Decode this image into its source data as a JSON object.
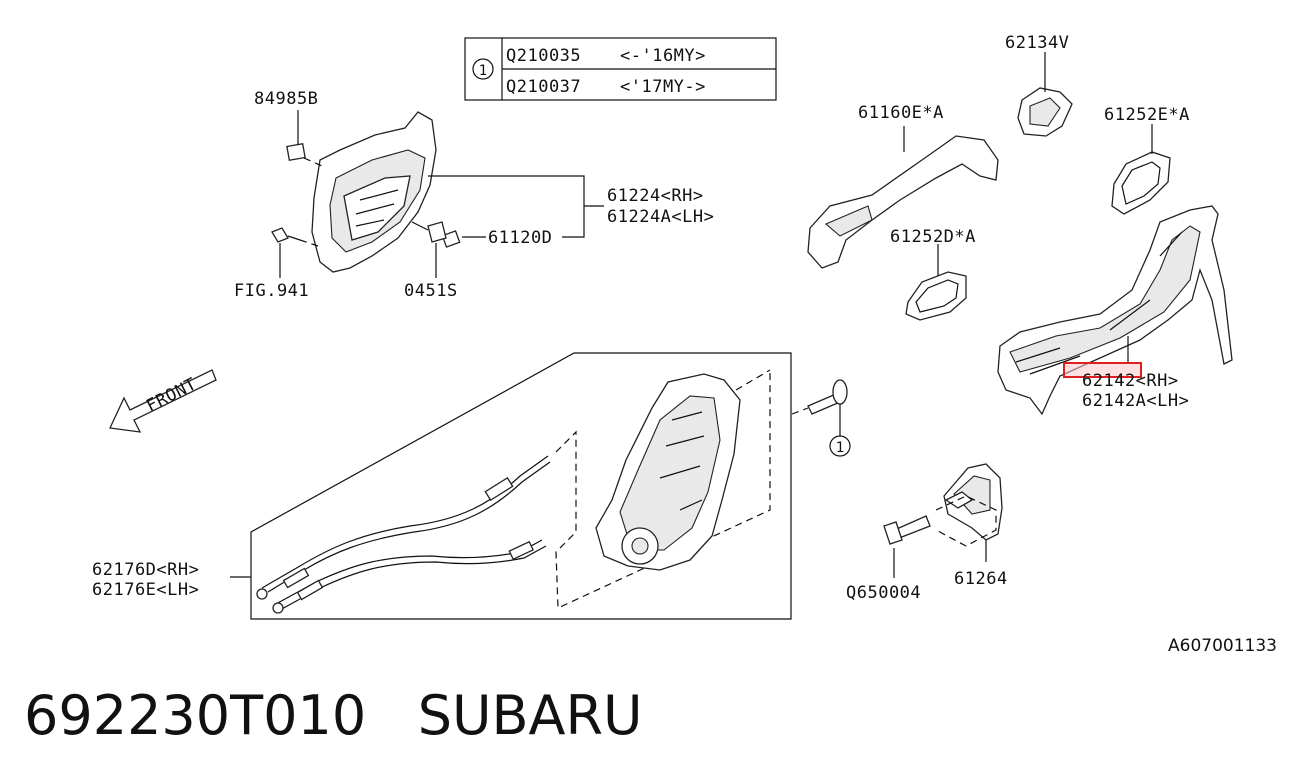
{
  "table": {
    "ref_mark": "1",
    "rows": [
      {
        "part": "Q210035",
        "range": "<-'16MY>"
      },
      {
        "part": "Q210037",
        "range": "<'17MY->"
      }
    ]
  },
  "labels": {
    "p84985b": "84985B",
    "p61224rh": "61224<RH>",
    "p61224alh": "61224A<LH>",
    "p61120d": "61120D",
    "fig941": "FIG.941",
    "p0451s": "0451S",
    "p62134v": "62134V",
    "p61160e": "61160E*A",
    "p61252e": "61252E*A",
    "p61252d": "61252D*A",
    "p62142rh": "62142<RH>",
    "p62142alh": "62142A<LH>",
    "front": "FRONT",
    "ref_circle": "1",
    "p62176drh": "62176D<RH>",
    "p62176elh": "62176E<LH>",
    "q650004": "Q650004",
    "p61264": "61264"
  },
  "diagram_code": "A607001133",
  "part_number": "692230T010",
  "brand": "SUBARU",
  "highlight_color": "#e02020"
}
